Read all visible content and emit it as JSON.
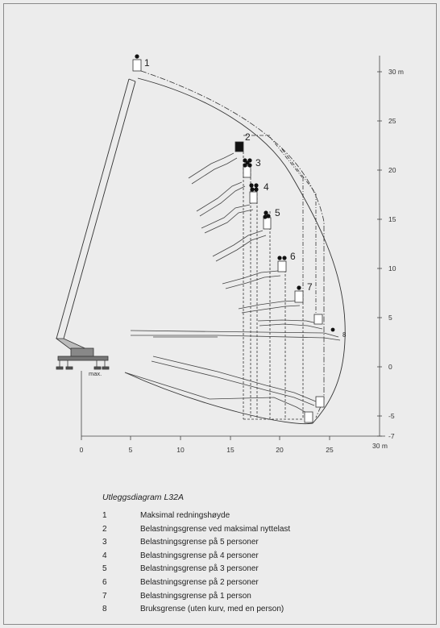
{
  "diagram": {
    "x_axis": {
      "ticks": [
        "0",
        "5",
        "10",
        "15",
        "20",
        "25"
      ],
      "end_label": "30 m"
    },
    "y_axis": {
      "ticks": [
        "30 m",
        "25",
        "20",
        "15",
        "10",
        "5",
        "0",
        "-5",
        "-7"
      ]
    },
    "pos_labels": [
      "1",
      "2",
      "3",
      "4",
      "5",
      "6",
      "7",
      "8"
    ],
    "max_label": "max."
  },
  "caption": "Utleggsdiagram L32A",
  "legend": [
    {
      "num": "1",
      "text": "Maksimal redningshøyde"
    },
    {
      "num": "2",
      "text": "Belastningsgrense ved maksimal nyttelast"
    },
    {
      "num": "3",
      "text": "Belastningsgrense på 5 personer"
    },
    {
      "num": "4",
      "text": "Belastningsgrense på 4 personer"
    },
    {
      "num": "5",
      "text": "Belastningsgrense på 3 personer"
    },
    {
      "num": "6",
      "text": "Belastningsgrense på 2 personer"
    },
    {
      "num": "7",
      "text": "Belastningsgrense på 1 person"
    },
    {
      "num": "8",
      "text": "Bruksgrense (uten kurv, med en person)"
    }
  ]
}
